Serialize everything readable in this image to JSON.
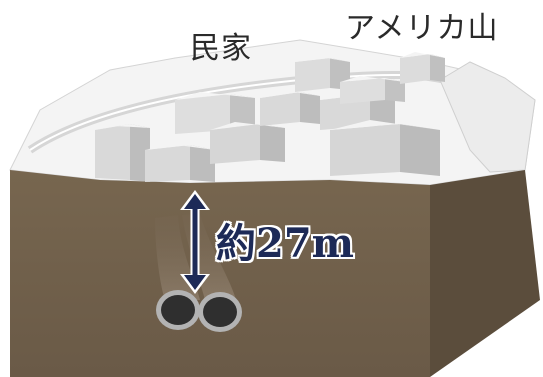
{
  "labels": {
    "houses": "民家",
    "mountain": "アメリカ山",
    "depth": "約27m"
  },
  "colors": {
    "soil_front": "#6f5f4b",
    "soil_side": "#5b4d3c",
    "soil_shadow": "#4f4233",
    "surface": "#f2f2f2",
    "building_top": "#f4f4f4",
    "building_front": "#d9d9d9",
    "building_side": "#bdbdbd",
    "arrow": "#1d2a57",
    "tunnel_inner": "#2f2f2f",
    "tunnel_lining": "#b5b5b5"
  }
}
